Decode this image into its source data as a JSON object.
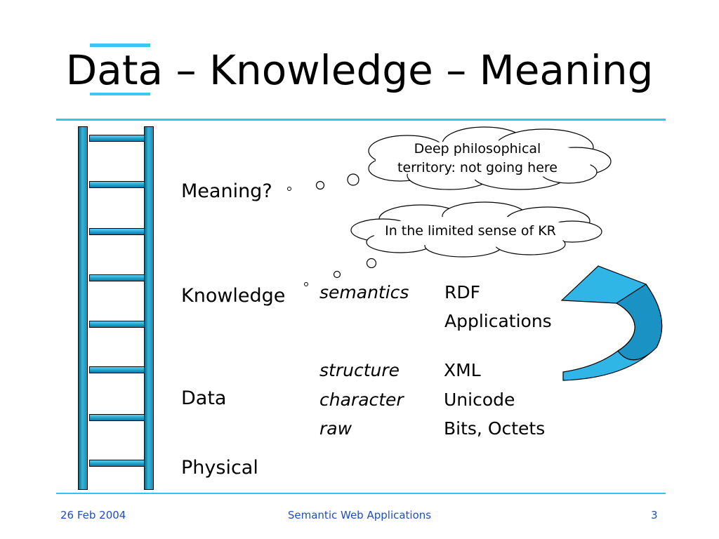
{
  "slide": {
    "title": "Data – Knowledge – Meaning"
  },
  "layers": {
    "meaning": "Meaning?",
    "knowledge": "Knowledge",
    "data": "Data",
    "physical": "Physical"
  },
  "bubbles": {
    "philosophy_line1": "Deep philosophical",
    "philosophy_line2": "territory: not going here",
    "kr": "In the limited sense of KR"
  },
  "table": {
    "rows": [
      {
        "term": "semantics",
        "tech": "RDF"
      },
      {
        "term": "",
        "tech": "Applications"
      },
      {
        "term": "structure",
        "tech": "XML"
      },
      {
        "term": "character",
        "tech": "Unicode"
      },
      {
        "term": "raw",
        "tech": "Bits, Octets"
      }
    ]
  },
  "footer": {
    "date": "26 Feb 2004",
    "center": "Semantic Web Applications",
    "page": "3"
  },
  "colors": {
    "accent": "#2ec7f4",
    "arrow": "#2fb5e6",
    "footer_text": "#1f4fbf"
  }
}
